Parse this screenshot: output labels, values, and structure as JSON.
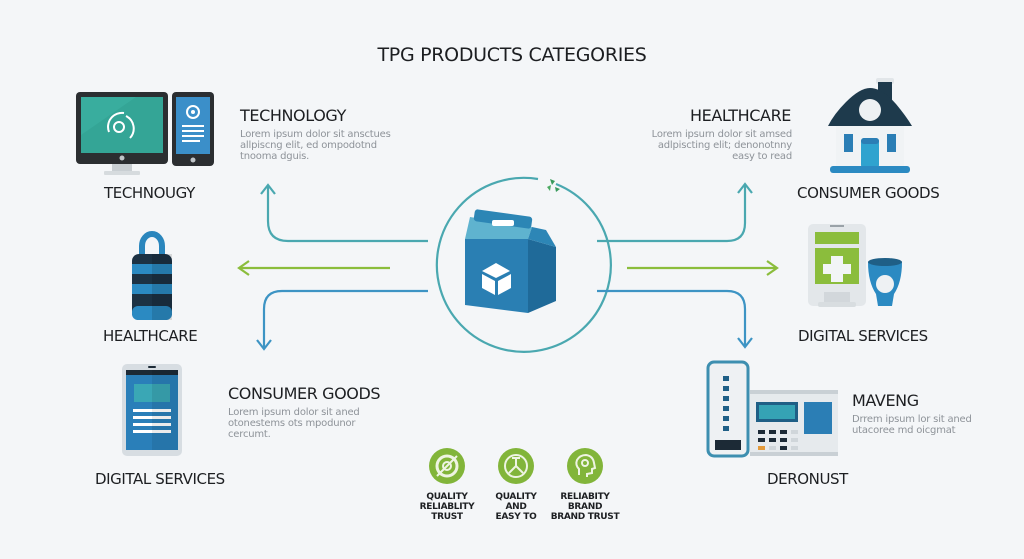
{
  "title": "TPG PRODUCTS CATEGORIES",
  "colors": {
    "background": "#f4f6f8",
    "teal": "#4aa8b0",
    "blue": "#3d94c4",
    "green": "#8bbd3c",
    "navy": "#1e3a4c",
    "text": "#1d1f22",
    "desc_text": "#8e9399"
  },
  "center": {
    "icon": "shopping-bag-box-icon",
    "accent_icon": "recycle-leaf-icon"
  },
  "left_items": [
    {
      "icon": "desktop-and-tablet-icon",
      "label": "TECHNOUGY",
      "heading": "TECHNOLOGY",
      "description": [
        "Lorem ipsum dolor sit ansctues",
        "allpiscng elit, ed ompodotnd",
        "tnooma dguis."
      ]
    },
    {
      "icon": "padlock-bottle-icon",
      "label": "HEALTHCARE"
    },
    {
      "icon": "tablet-document-icon",
      "label": "DIGITAL SERVICES",
      "heading": "CONSUMER GOODS",
      "description": [
        "Lorem ipsum dolor sit aned",
        "otonestems ots mpodunor",
        "cercumt."
      ]
    }
  ],
  "right_items": [
    {
      "icon": "house-icon",
      "label": "CONSUMER GOODS",
      "heading": "HEALTHCARE",
      "description": [
        "Lorem ipsurn dolor sit amsed",
        "adlpiscting elit; denonotnny",
        "easy to read"
      ]
    },
    {
      "icon": "medical-kiosk-cup-icon",
      "label": "DIGITAL SERVICES"
    },
    {
      "icon": "terminal-device-icon",
      "label": "DERONUST",
      "heading": "MAVENG",
      "description": [
        "Drrem ipsum lor sit aned",
        "utacoree md oicgmat"
      ]
    }
  ],
  "badges": [
    {
      "icon": "target-icon",
      "lines": [
        "QUALITY",
        "RELIABLITY",
        "TRUST"
      ]
    },
    {
      "icon": "steering-wheel-icon",
      "lines": [
        "QUALITY",
        "AND",
        "EASY TO"
      ]
    },
    {
      "icon": "head-profile-icon",
      "lines": [
        "RELIABITY",
        "BRAND",
        "BRAND TRUST"
      ]
    }
  ]
}
